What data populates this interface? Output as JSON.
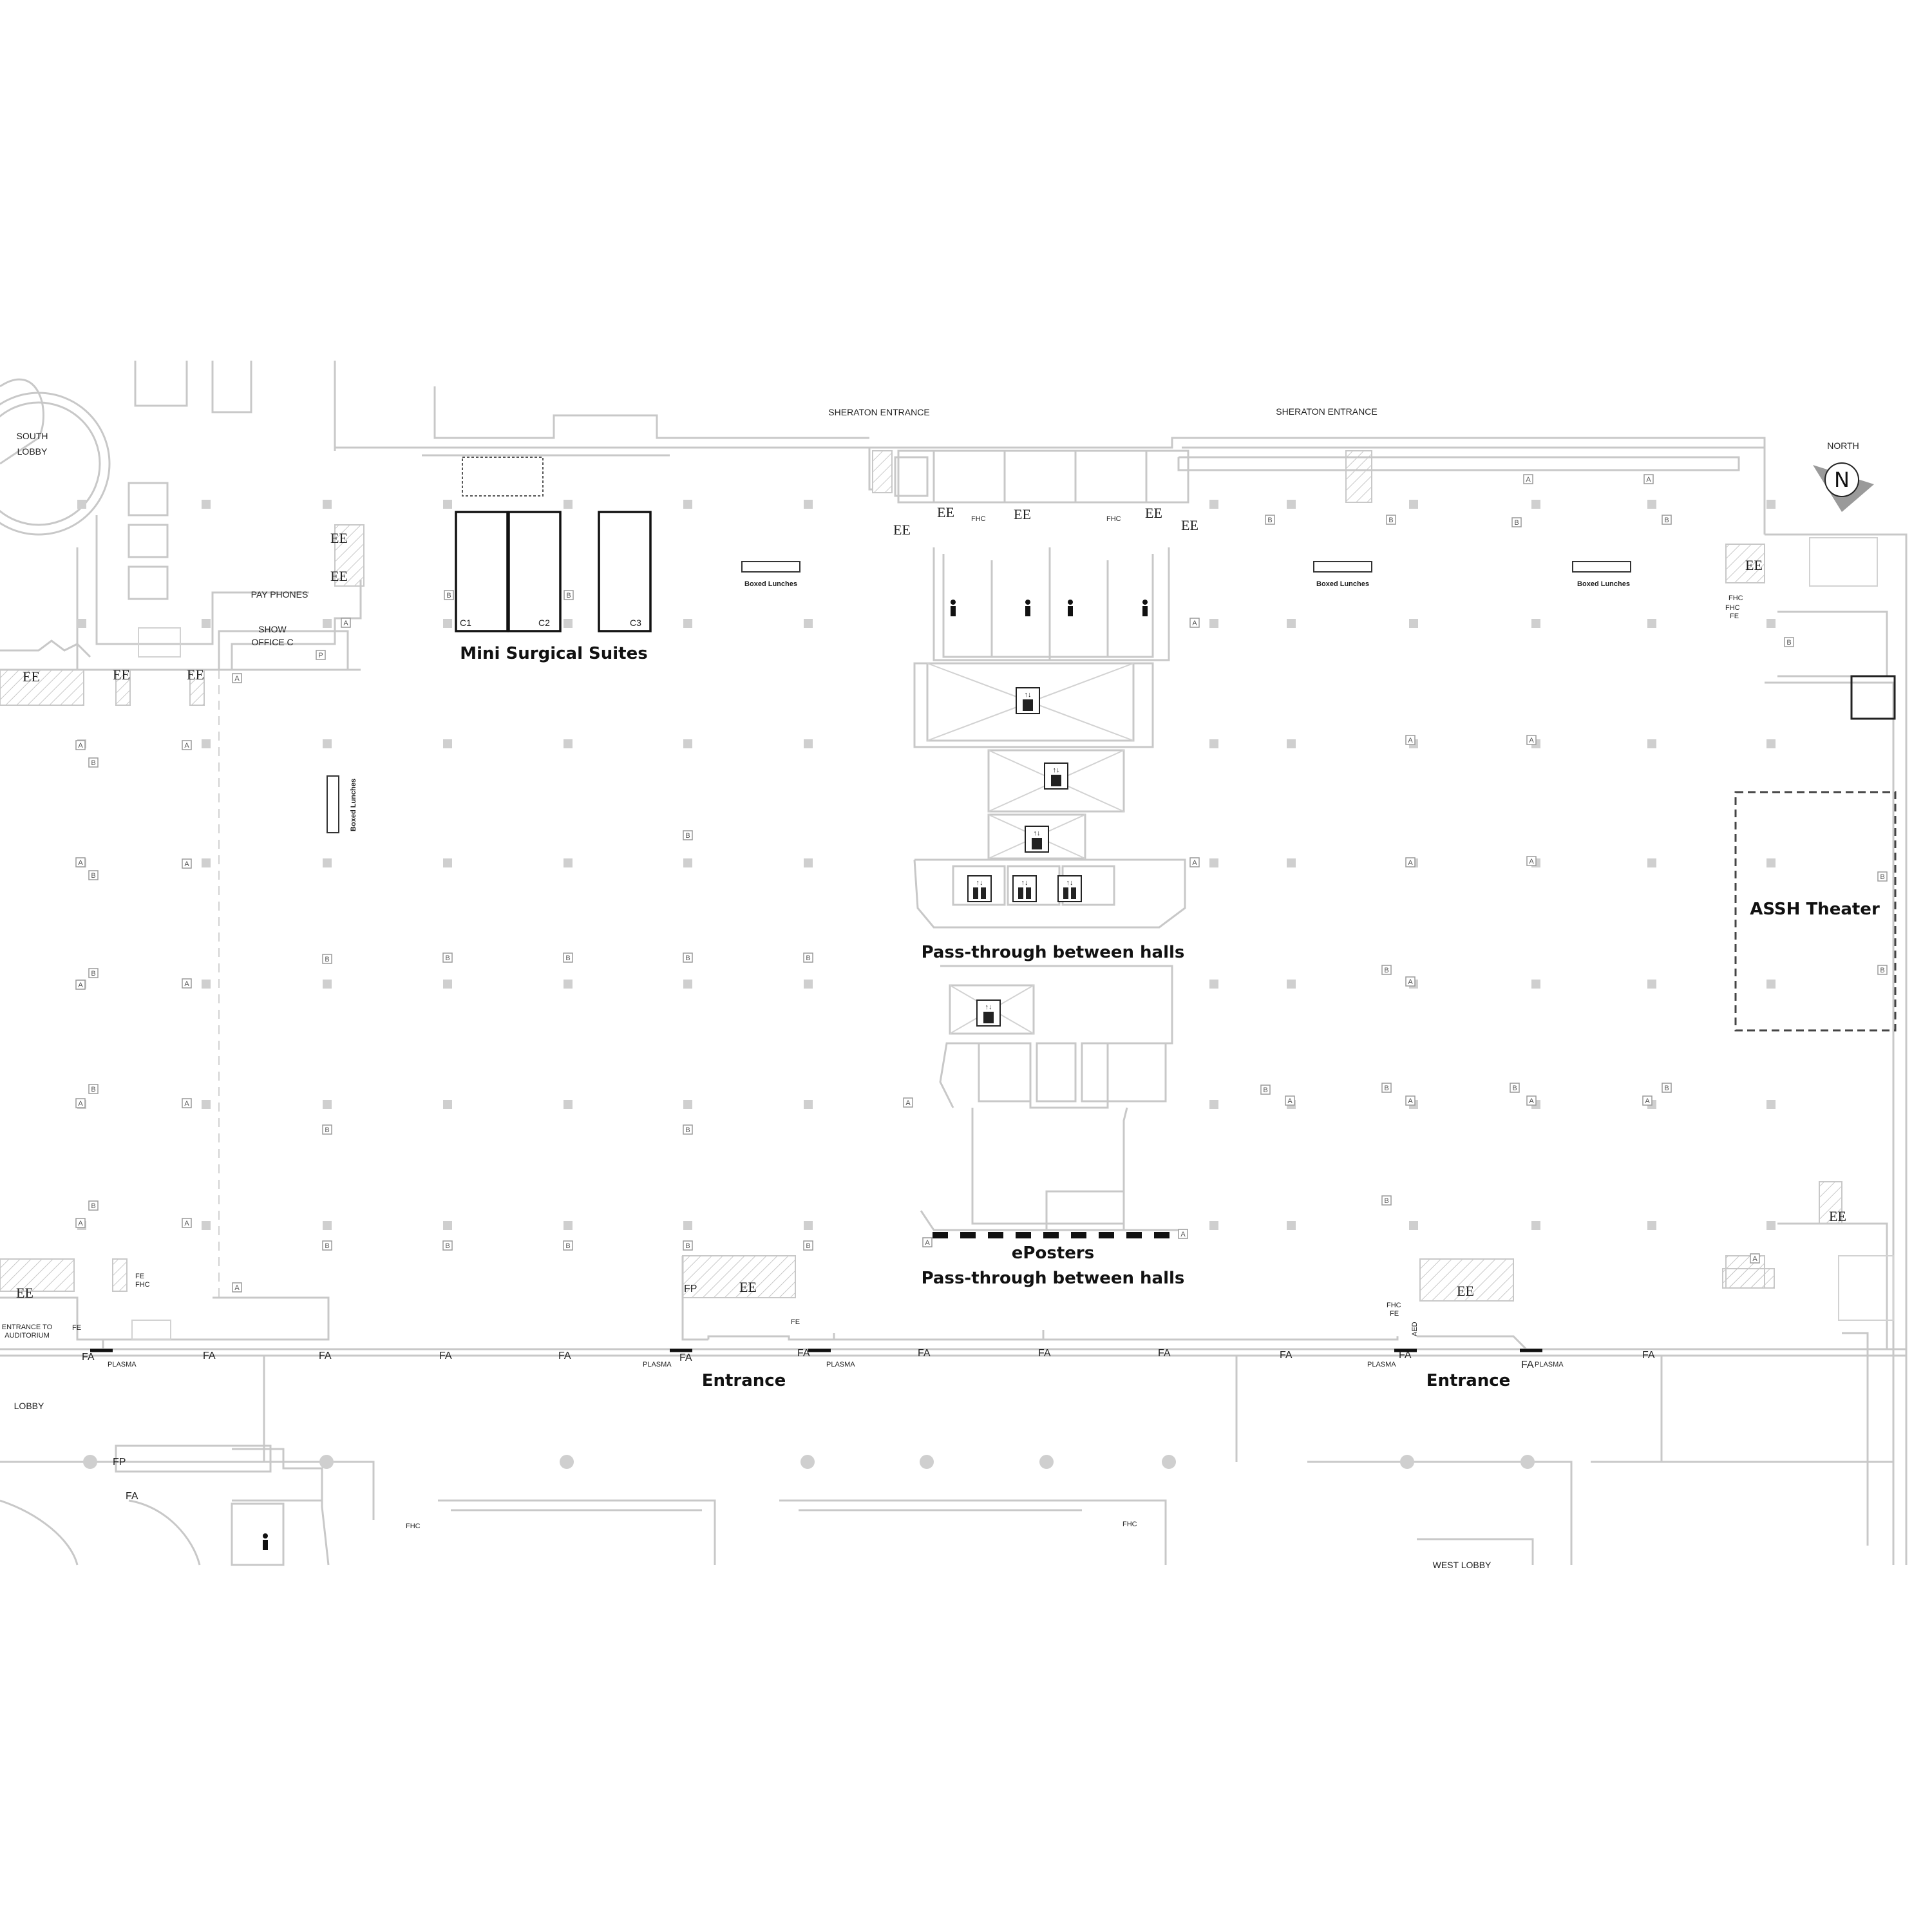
{
  "labels": {
    "south_lobby_1": "SOUTH",
    "south_lobby_2": "LOBBY",
    "sheraton_entrance_1": "SHERATON ENTRANCE",
    "sheraton_entrance_2": "SHERATON ENTRANCE",
    "north": "NORTH",
    "north_letter": "N",
    "pay_phones": "PAY PHONES",
    "show_office_1": "SHOW",
    "show_office_2": "OFFICE C",
    "lobby": "LOBBY",
    "entrance_auditorium_1": "ENTRANCE TO",
    "entrance_auditorium_2": "AUDITORIUM",
    "west_lobby": "WEST LOBBY",
    "ee": "EE",
    "fa": "FA",
    "fp": "FP",
    "fe": "FE",
    "fhc": "FHC",
    "plasma": "PLASMA",
    "aed": "AED",
    "tag_a": "A",
    "tag_b": "B",
    "tag_p": "P"
  },
  "features": {
    "mini_surgical_suites": "Mini Surgical Suites",
    "suite_c1": "C1",
    "suite_c2": "C2",
    "suite_c3": "C3",
    "boxed_lunches": "Boxed Lunches",
    "pass_through_top": "Pass-through between halls",
    "eposters": "ePosters",
    "pass_through_bottom": "Pass-through between halls",
    "entrance_left": "Entrance",
    "entrance_right": "Entrance",
    "assh_theater": "ASSH Theater"
  }
}
